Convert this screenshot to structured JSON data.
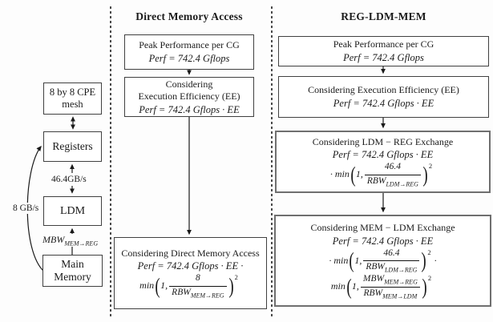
{
  "diagram": {
    "math": {
      "open_paren": "(",
      "close_paren": ")"
    },
    "memory_hierarchy": {
      "cpe_mesh_line1": "8 by 8 CPE",
      "cpe_mesh_line2": "mesh",
      "registers": "Registers",
      "ldm": "LDM",
      "main_memory_line1": "Main",
      "main_memory_line2": "Memory",
      "reg_ldm_bandwidth": "46.4GB/s",
      "bypass_bandwidth": "8 GB/s",
      "mem_reg_bw_base": "MBW",
      "mem_reg_bw_sub": "MEM→REG"
    },
    "dma": {
      "title": "Direct Memory Access",
      "box_peak": {
        "title": "Peak Performance per CG",
        "formula": "Perf = 742.4 Gflops"
      },
      "box_ee": {
        "title_line1": "Considering",
        "title_line2": "Execution Efficiency (EE)",
        "formula": "Perf = 742.4 Gflops · EE"
      },
      "box_access": {
        "title": "Considering Direct Memory Access",
        "formula": "Perf = 742.4 Gflops · EE ·",
        "min": {
          "prefix": "min",
          "arg": "1,",
          "num": "8",
          "num_sub": "",
          "den": "RBW",
          "den_sub": "MEM→REG",
          "exp": "2",
          "suffix": ""
        }
      }
    },
    "reg_ldm_mem": {
      "title": "REG-LDM-MEM",
      "box_peak": {
        "title": "Peak Performance per CG",
        "formula": "Perf = 742.4 Gflops"
      },
      "box_ee": {
        "title": "Considering Execution Efficiency (EE)",
        "formula": "Perf = 742.4 Gflops · EE"
      },
      "box_ldm_reg": {
        "title": "Considering LDM − REG Exchange",
        "formula": "Perf = 742.4 Gflops · EE",
        "min": {
          "prefix": "· min",
          "arg": "1,",
          "num": "46.4",
          "num_sub": "",
          "den": "RBW",
          "den_sub": "LDM→REG",
          "exp": "2",
          "suffix": ""
        }
      },
      "box_mem_ldm": {
        "title": "Considering MEM − LDM Exchange",
        "formula": "Perf = 742.4 Gflops · EE",
        "min1": {
          "prefix": "· min",
          "arg": "1,",
          "num": "46.4",
          "num_sub": "",
          "den": "RBW",
          "den_sub": "LDM→REG",
          "exp": "2",
          "suffix": "·"
        },
        "min2": {
          "prefix": "min",
          "arg": "1,",
          "num": "MBW",
          "num_sub": "MEM→REG",
          "den": "RBW",
          "den_sub": "MEM→LDM",
          "exp": "2",
          "suffix": ""
        }
      }
    }
  }
}
